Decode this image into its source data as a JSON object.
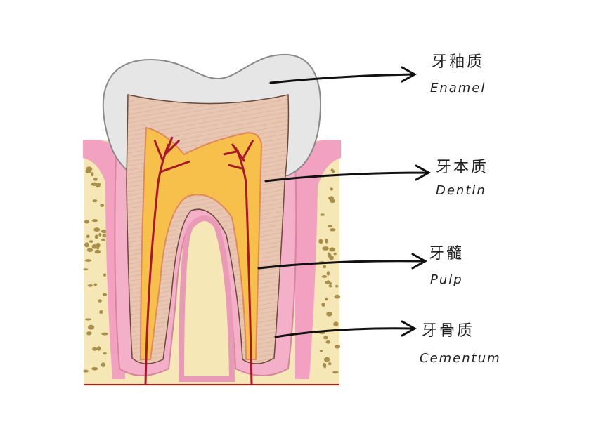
{
  "labels": [
    {
      "zh": "牙釉质",
      "en": "Enamel"
    },
    {
      "zh": "牙本质",
      "en": "Dentin"
    },
    {
      "zh": "牙髓",
      "en": "Pulp"
    },
    {
      "zh": "牙骨质",
      "en": "Cementum"
    }
  ],
  "colors": {
    "enamel": "#e6e6e6",
    "dentin": "#e8c6b2",
    "pulp": "#f7c04a",
    "gum": "#f2a2c0",
    "bone": "#f6e7b6",
    "vessel": "#a8182a"
  }
}
